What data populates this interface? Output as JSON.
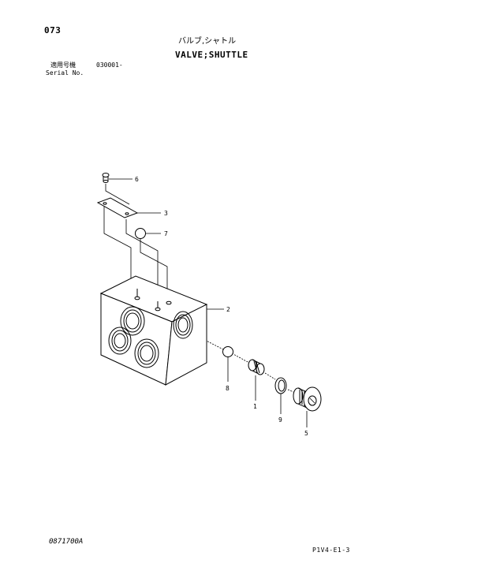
{
  "header": {
    "page_number": "073",
    "title_jp": "バルブ,シャトル",
    "title_en": "VALVE;SHUTTLE",
    "serial_label_jp": "適用号機",
    "serial_value": "030001-",
    "serial_label_en": "Serial No."
  },
  "callouts": [
    "6",
    "3",
    "7",
    "2",
    "8",
    "1",
    "9",
    "5"
  ],
  "footer": {
    "drawing_code": "0871700A",
    "sheet_code": "P1V4-E1-3"
  }
}
